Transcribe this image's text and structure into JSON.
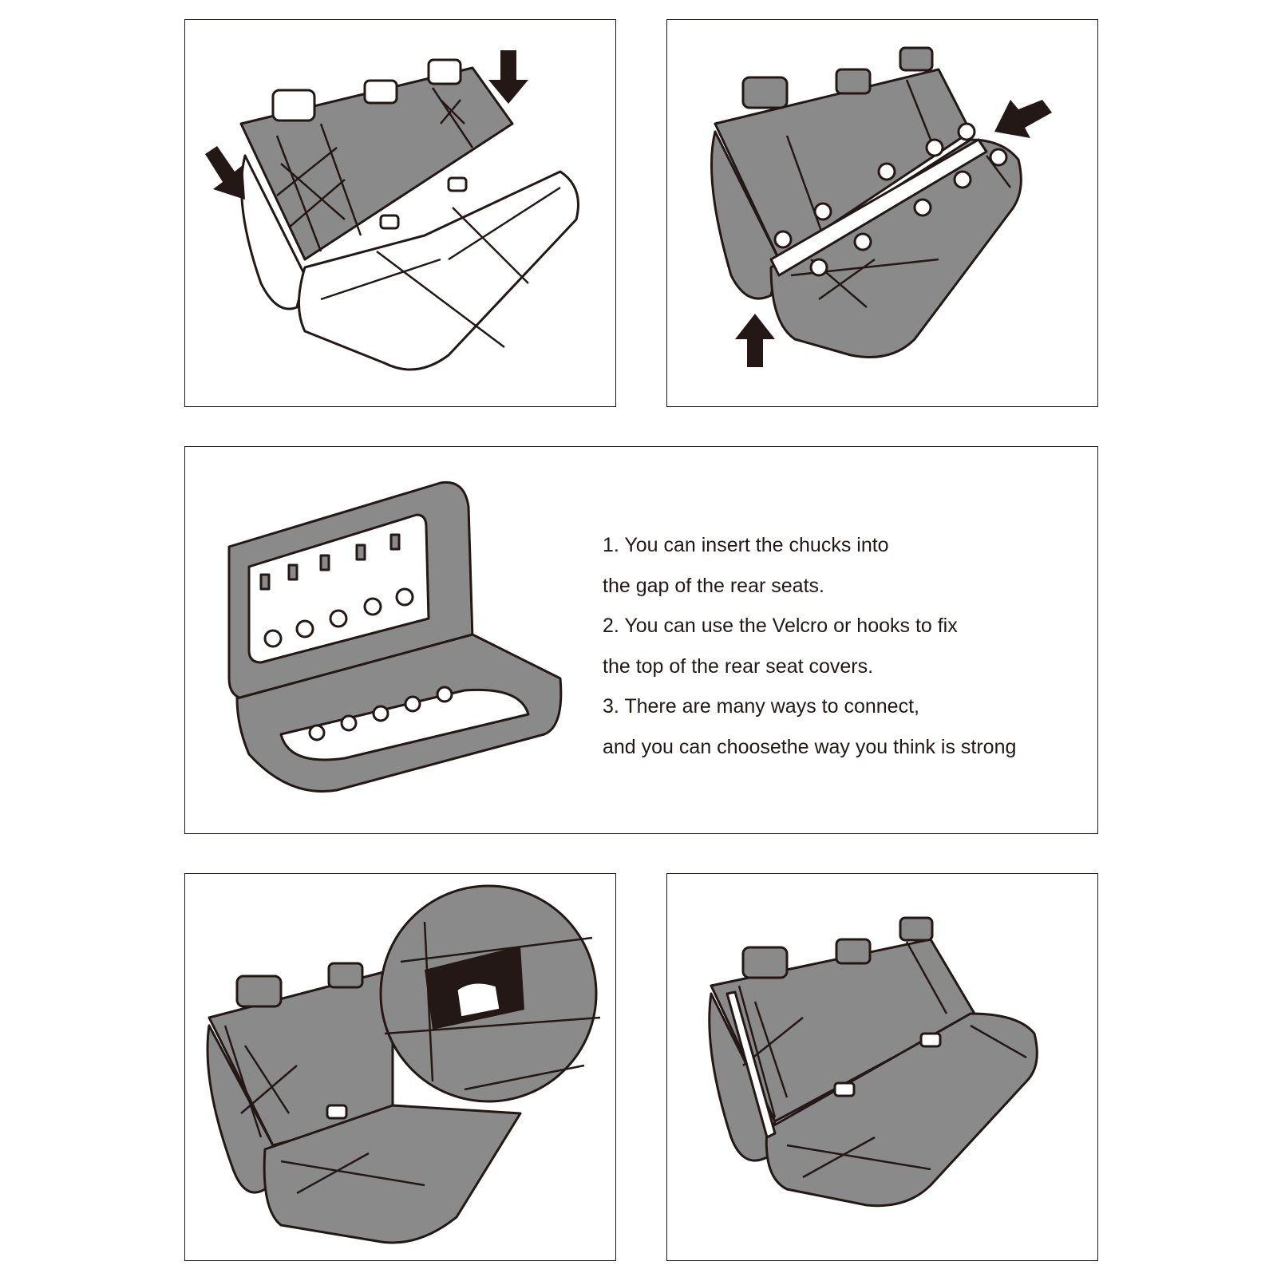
{
  "instructions": {
    "lines": [
      "1. You can insert the chucks into",
      "the gap of the rear seats.",
      "2. You can use the Velcro or hooks to fix",
      "the top of the rear seat covers.",
      "3. There are many ways to connect,",
      "and you can choosethe way you think is strong"
    ]
  },
  "colors": {
    "cover": "#8a8a8a",
    "outline": "#231815",
    "background": "#ffffff"
  }
}
